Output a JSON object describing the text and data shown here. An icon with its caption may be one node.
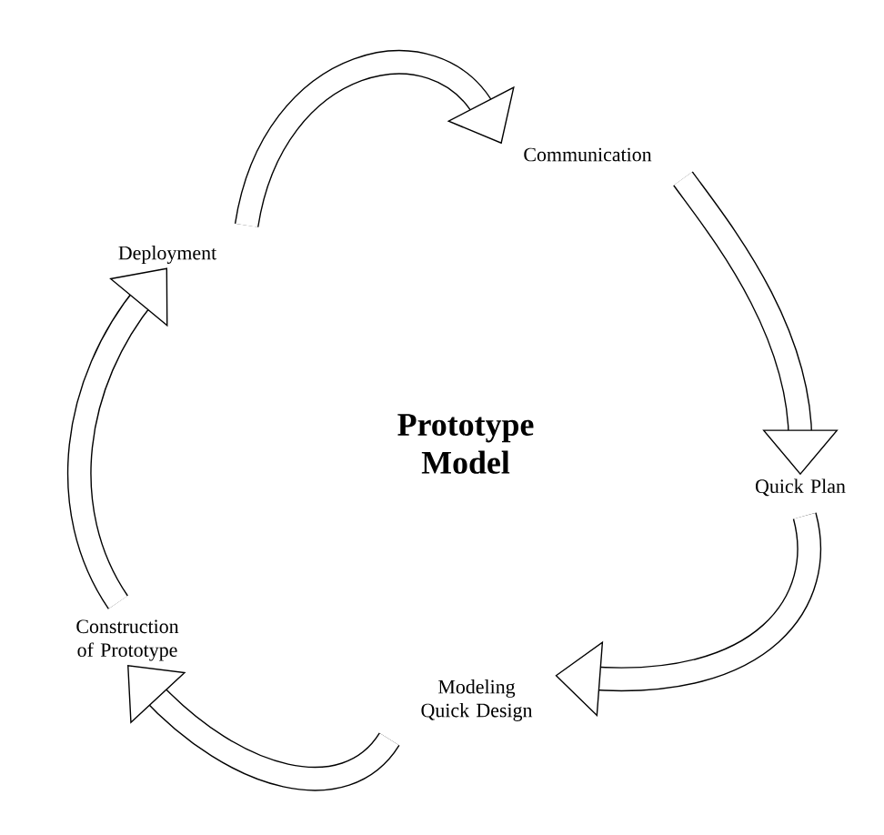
{
  "diagram": {
    "title": "Prototype Model",
    "nodes": [
      {
        "text": [
          "Communication"
        ]
      },
      {
        "text": [
          "Quick Plan"
        ]
      },
      {
        "text": [
          "Modeling Quick Design"
        ]
      },
      {
        "text": [
          "Construction of Prototype"
        ]
      },
      {
        "text": [
          "Deployment"
        ]
      }
    ],
    "edges": [
      {
        "from": 4,
        "to": 0,
        "arrow": "to"
      },
      {
        "from": 0,
        "to": 1,
        "arrow": "to"
      },
      {
        "from": 1,
        "to": 2,
        "arrow": "to"
      },
      {
        "from": 2,
        "to": 3,
        "arrow": "to"
      },
      {
        "from": 3,
        "to": 4,
        "arrow": "to"
      }
    ]
  }
}
